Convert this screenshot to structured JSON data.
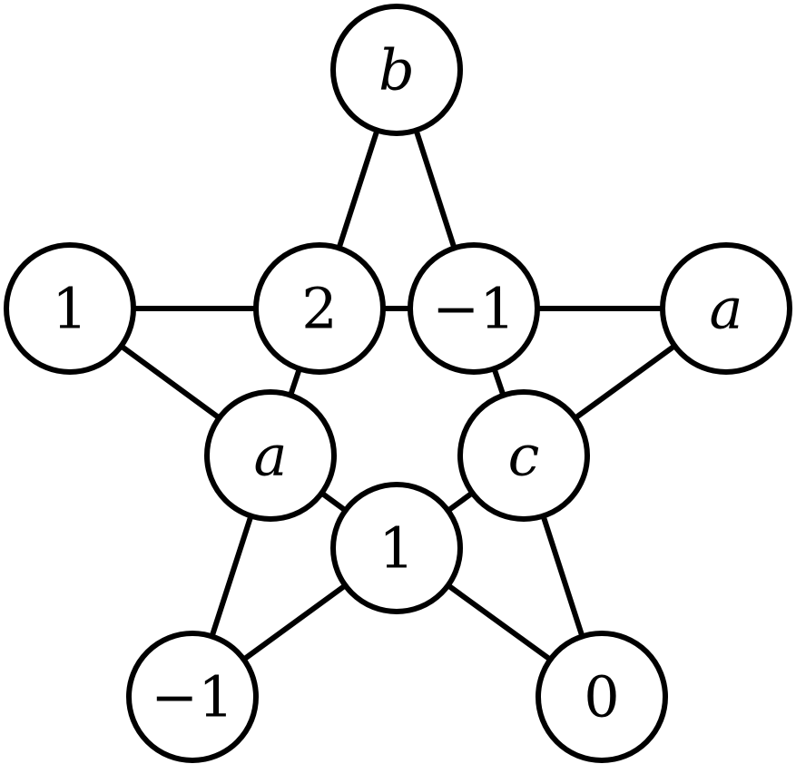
{
  "nodes": [
    {
      "id": "top",
      "label": "b",
      "italic": true
    },
    {
      "id": "left-outer",
      "label": "1",
      "italic": false
    },
    {
      "id": "right-outer",
      "label": "a",
      "italic": true
    },
    {
      "id": "bottom-left-outer",
      "label": "−1",
      "italic": false
    },
    {
      "id": "bottom-right-outer",
      "label": "0",
      "italic": false
    },
    {
      "id": "inner-upper-left",
      "label": "2",
      "italic": false
    },
    {
      "id": "inner-upper-right",
      "label": "−1",
      "italic": false
    },
    {
      "id": "inner-right",
      "label": "c",
      "italic": true
    },
    {
      "id": "inner-bottom",
      "label": "1",
      "italic": false
    },
    {
      "id": "inner-left",
      "label": "a",
      "italic": true
    }
  ],
  "edges": [
    [
      "top",
      "inner-upper-left"
    ],
    [
      "top",
      "inner-upper-right"
    ],
    [
      "left-outer",
      "inner-upper-left"
    ],
    [
      "left-outer",
      "inner-left"
    ],
    [
      "right-outer",
      "inner-upper-right"
    ],
    [
      "right-outer",
      "inner-right"
    ],
    [
      "bottom-left-outer",
      "inner-left"
    ],
    [
      "bottom-left-outer",
      "inner-bottom"
    ],
    [
      "bottom-right-outer",
      "inner-right"
    ],
    [
      "bottom-right-outer",
      "inner-bottom"
    ],
    [
      "inner-upper-left",
      "inner-upper-right"
    ],
    [
      "inner-upper-right",
      "inner-right"
    ],
    [
      "inner-right",
      "inner-bottom"
    ],
    [
      "inner-bottom",
      "inner-left"
    ],
    [
      "inner-left",
      "inner-upper-left"
    ]
  ]
}
